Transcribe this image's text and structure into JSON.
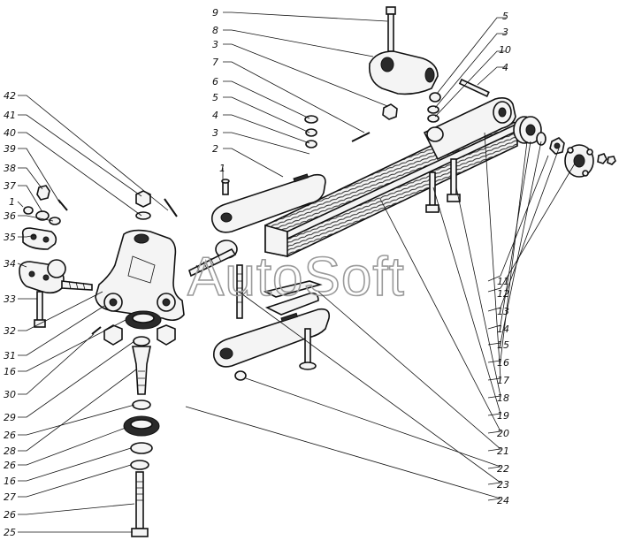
{
  "watermark": "AutoSoft",
  "callouts": {
    "right_column": [
      "11",
      "12",
      "13",
      "14",
      "15",
      "16",
      "17",
      "18",
      "19",
      "20",
      "21",
      "22",
      "23",
      "24"
    ],
    "left_column": [
      "42",
      "41",
      "40",
      "39",
      "38",
      "37",
      "1",
      "36",
      "35",
      "34",
      "33",
      "32",
      "31",
      "16",
      "30",
      "29",
      "26",
      "28",
      "26",
      "16",
      "27",
      "26",
      "25"
    ],
    "center_column": [
      "9",
      "8",
      "3",
      "7",
      "6",
      "5",
      "4",
      "3",
      "2",
      "1"
    ],
    "top_right": [
      "5",
      "3",
      "10",
      "4"
    ]
  }
}
